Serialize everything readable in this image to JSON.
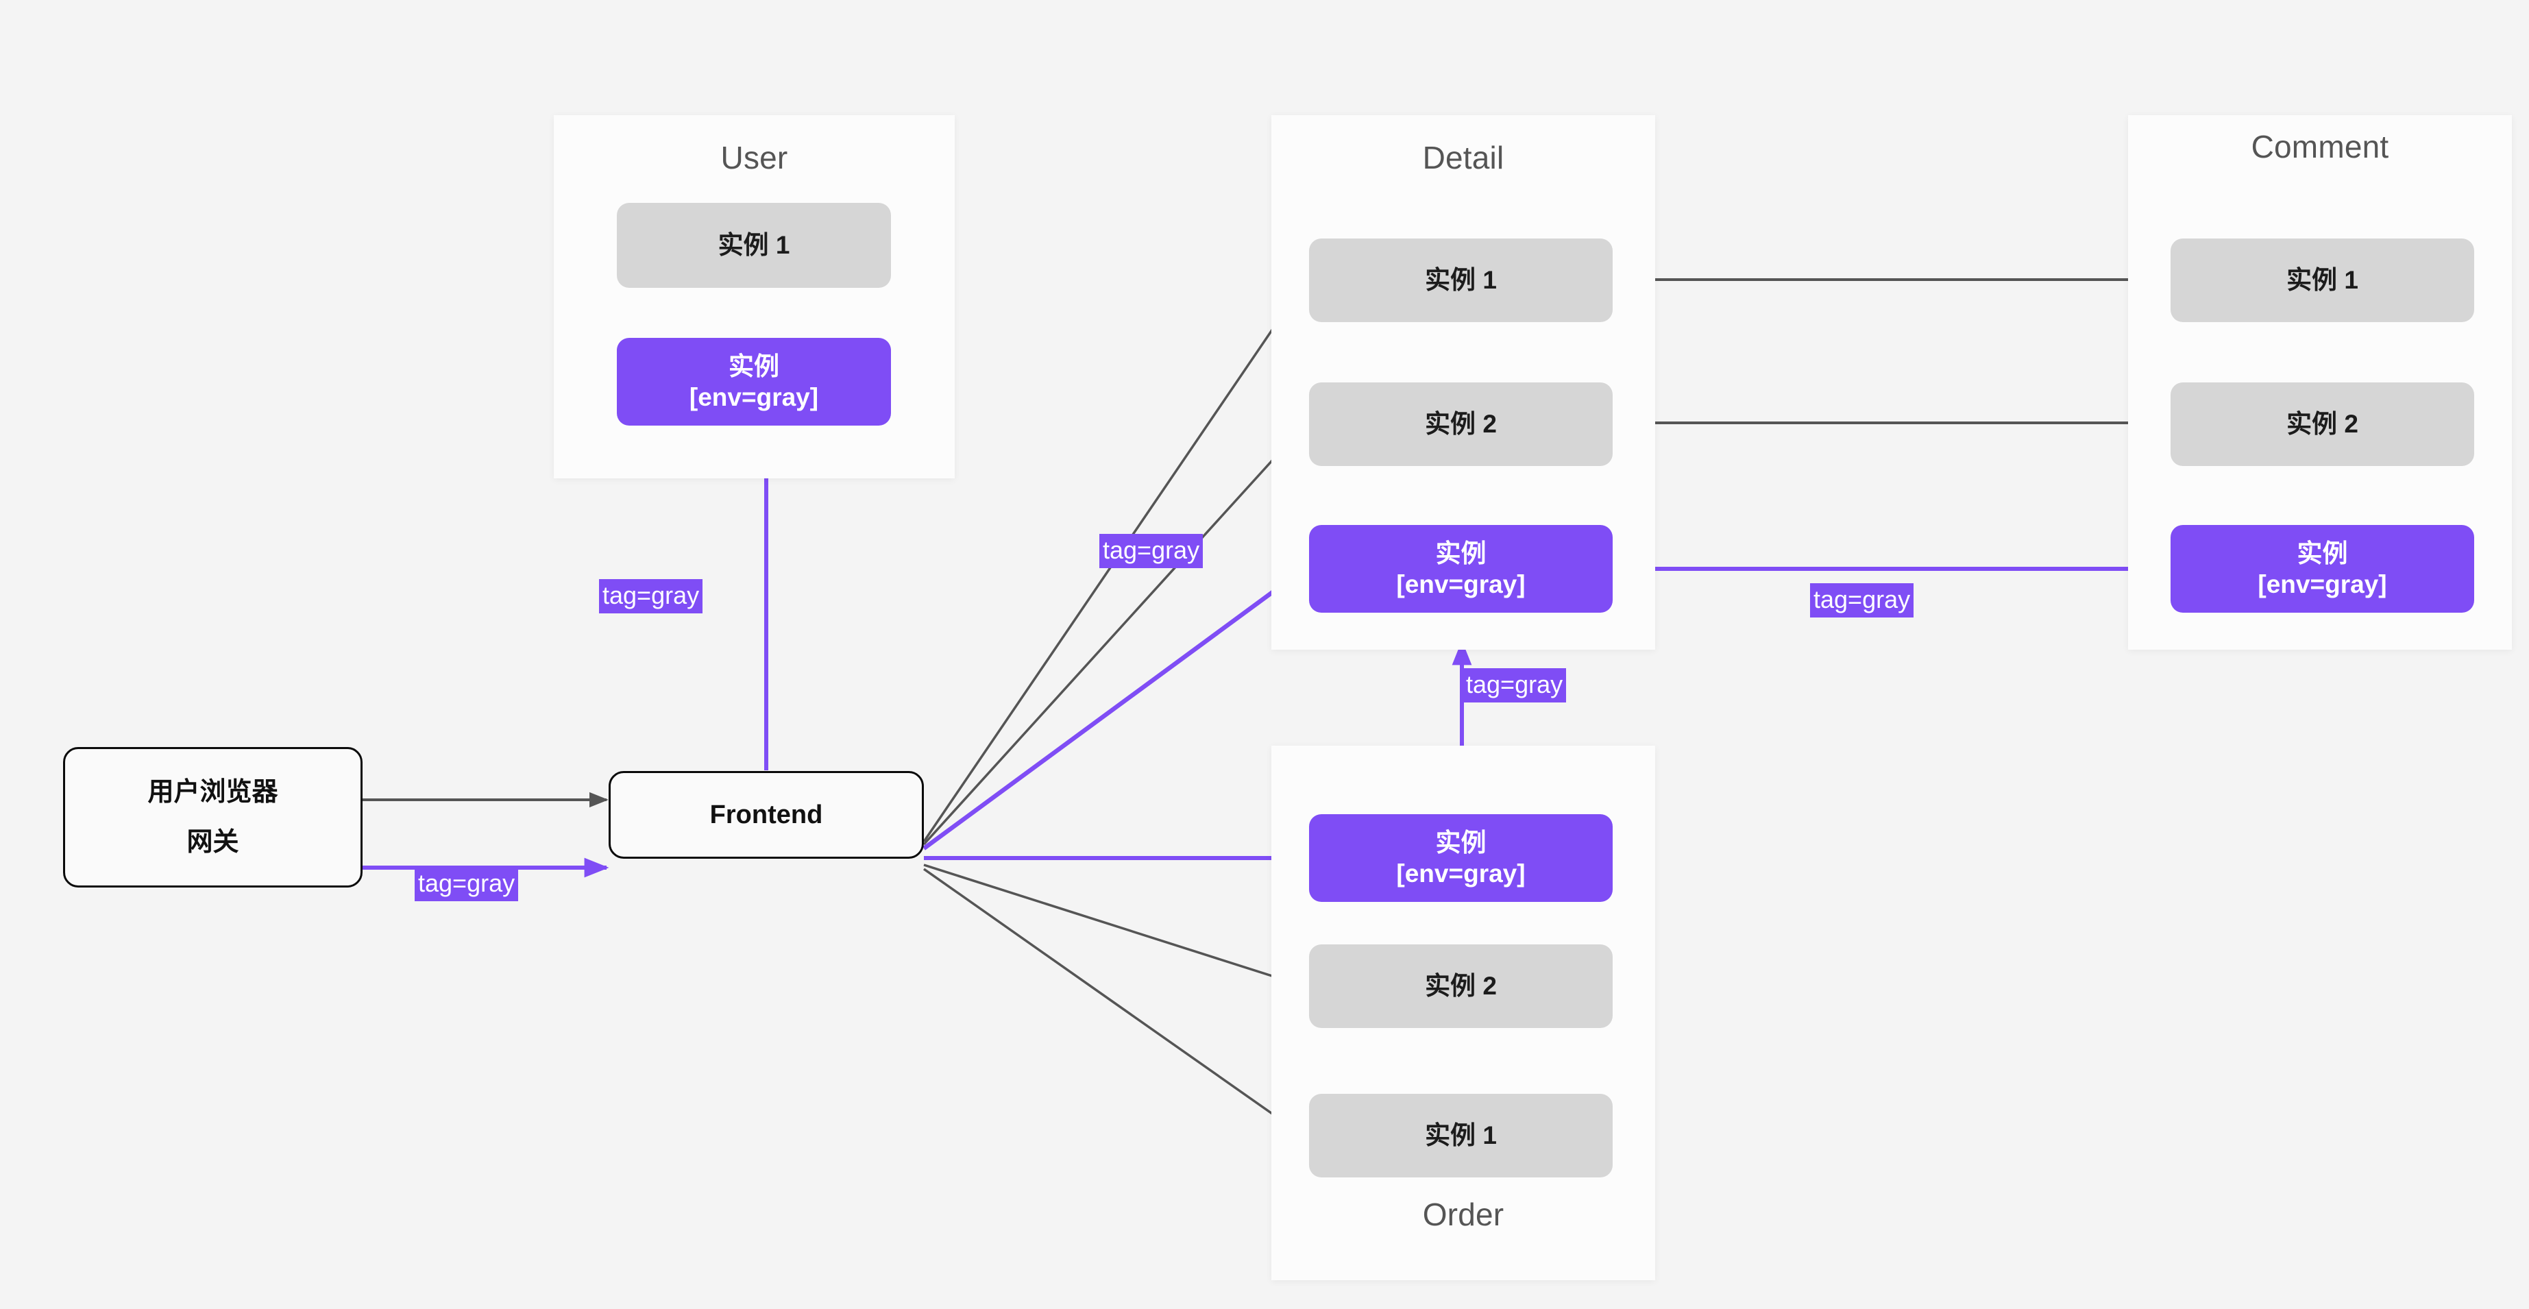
{
  "diagram": {
    "title": "Gray release traffic routing diagram",
    "colors": {
      "page_background": "#f4f4f4",
      "group_background": "#fcfcfc",
      "instance_gray": "#d6d6d6",
      "instance_purple": "#7f4df5",
      "edge_gray": "#555555",
      "edge_purple": "#7f4df5",
      "group_title": "#555555",
      "node_border": "#0b0b0b"
    }
  },
  "nodes": {
    "browser_gateway": {
      "line1": "用户浏览器",
      "line2": "网关"
    },
    "frontend": {
      "label": "Frontend"
    }
  },
  "groups": [
    {
      "id": "user",
      "title": "User",
      "title_position": "top",
      "instances": [
        {
          "id": "user-inst-1",
          "label": "实例 1",
          "variant": "gray"
        },
        {
          "id": "user-inst-gray",
          "label": "实例\n[env=gray]",
          "variant": "purple"
        }
      ]
    },
    {
      "id": "detail",
      "title": "Detail",
      "title_position": "top",
      "instances": [
        {
          "id": "detail-inst-1",
          "label": "实例 1",
          "variant": "gray"
        },
        {
          "id": "detail-inst-2",
          "label": "实例 2",
          "variant": "gray"
        },
        {
          "id": "detail-inst-gray",
          "label": "实例\n[env=gray]",
          "variant": "purple"
        }
      ]
    },
    {
      "id": "comment",
      "title": "Comment",
      "title_position": "top",
      "instances": [
        {
          "id": "comment-inst-1",
          "label": "实例 1",
          "variant": "gray"
        },
        {
          "id": "comment-inst-2",
          "label": "实例 2",
          "variant": "gray"
        },
        {
          "id": "comment-inst-gray",
          "label": "实例\n[env=gray]",
          "variant": "purple"
        }
      ]
    },
    {
      "id": "order",
      "title": "Order",
      "title_position": "bottom",
      "instances": [
        {
          "id": "order-inst-gray",
          "label": "实例\n[env=gray]",
          "variant": "purple"
        },
        {
          "id": "order-inst-2",
          "label": "实例 2",
          "variant": "gray"
        },
        {
          "id": "order-inst-1",
          "label": "实例 1",
          "variant": "gray"
        }
      ]
    }
  ],
  "edge_labels": [
    {
      "id": "label-gateway-frontend",
      "text": "tag=gray"
    },
    {
      "id": "label-frontend-user",
      "text": "tag=gray"
    },
    {
      "id": "label-frontend-detail",
      "text": "tag=gray"
    },
    {
      "id": "label-order-detail",
      "text": "tag=gray"
    },
    {
      "id": "label-detail-comment",
      "text": "tag=gray"
    }
  ]
}
